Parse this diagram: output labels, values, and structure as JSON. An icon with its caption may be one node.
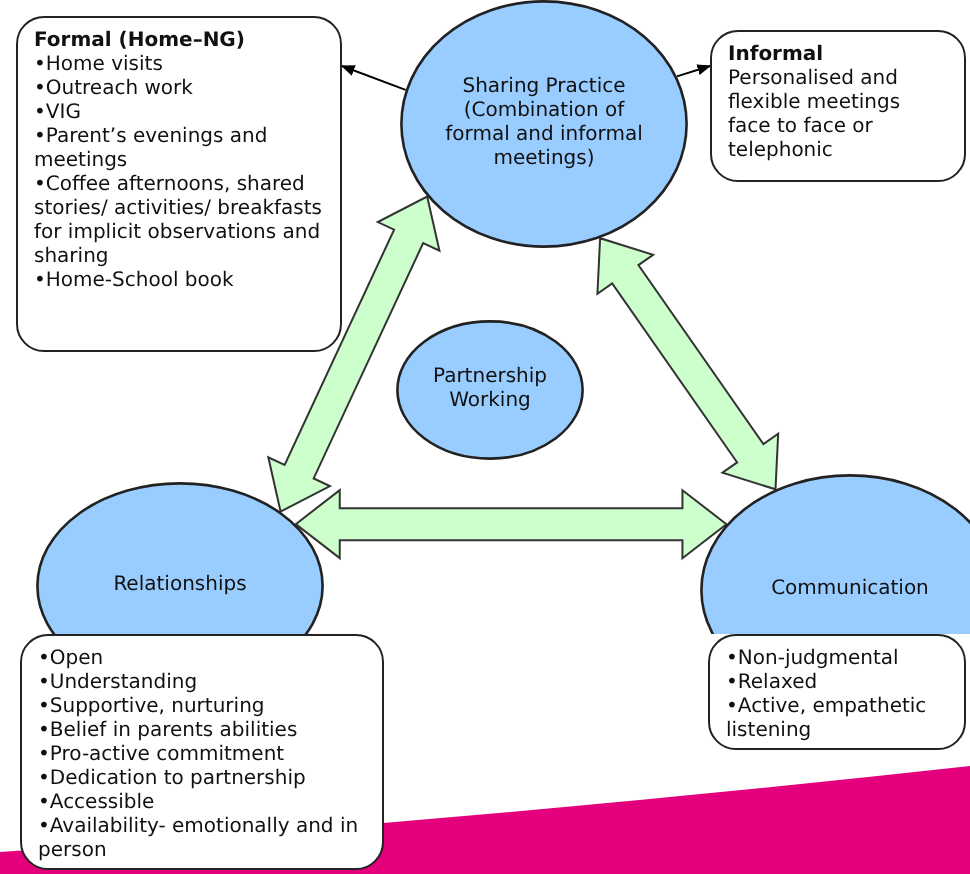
{
  "diagram": {
    "nodes": [
      {
        "text": [
          "Formal (Home–NG)",
          "•Home visits",
          "•Outreach work",
          "•VIG",
          "•Parent’s evenings and meetings",
          "•Coffee afternoons, shared stories/ activities/ breakfasts for implicit observations and sharing",
          "•Home-School book"
        ]
      },
      {
        "text": [
          "Sharing Practice (Combination of formal and informal meetings)"
        ]
      },
      {
        "text": [
          "Informal",
          "Personalised and flexible meetings face to face or telephonic"
        ]
      },
      {
        "text": [
          "Partnership Working"
        ]
      },
      {
        "text": [
          "Relationships"
        ]
      },
      {
        "text": [
          "•Open",
          "•Understanding",
          "•Supportive, nurturing",
          "•Belief in parents abilities",
          "•Pro-active commitment",
          "•Dedication to partnership",
          "•Accessible",
          "•Availability- emotionally and in person"
        ]
      },
      {
        "text": [
          "Communication"
        ]
      },
      {
        "text": [
          "•Non-judgmental",
          "•Relaxed",
          "•Active, empathetic listening"
        ]
      }
    ],
    "edges": [
      {
        "from": 1,
        "to": 0,
        "arrow": "to"
      },
      {
        "from": 1,
        "to": 2,
        "arrow": "to"
      },
      {
        "from": 4,
        "to": 1,
        "arrow": "both",
        "style": "thick",
        "color": "#ccffcc"
      },
      {
        "from": 6,
        "to": 1,
        "arrow": "both",
        "style": "thick",
        "color": "#ccffcc"
      },
      {
        "from": 4,
        "to": 6,
        "arrow": "both",
        "style": "thick",
        "color": "#ccffcc"
      }
    ]
  }
}
